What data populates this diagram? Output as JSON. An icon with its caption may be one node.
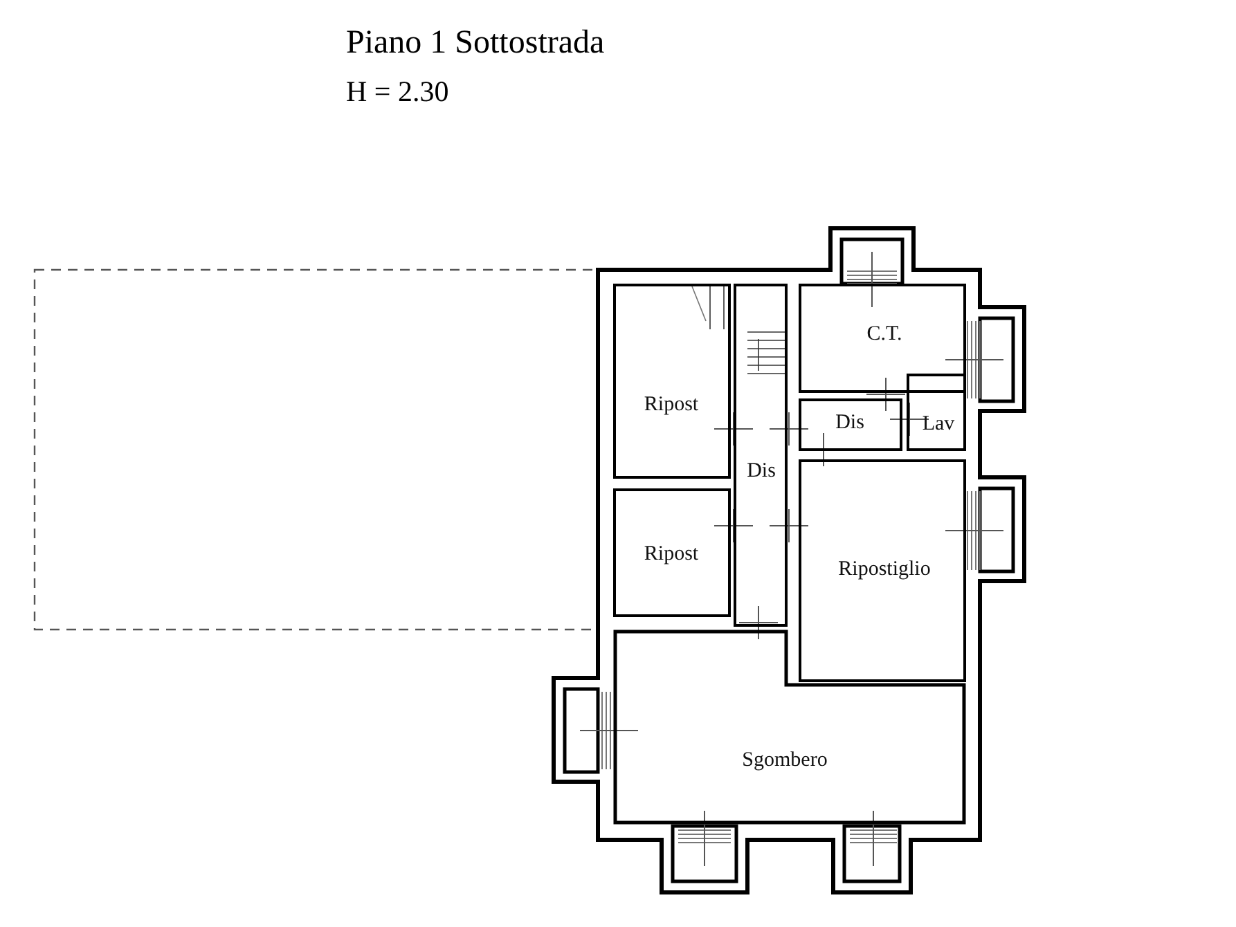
{
  "diagram": {
    "title": "Piano 1 Sottostrada",
    "nodes": [
      {
        "text": [
          "C.T."
        ]
      },
      {
        "text": [
          "Ripost"
        ]
      },
      {
        "text": [
          "Dis"
        ]
      },
      {
        "text": [
          "Lav"
        ]
      },
      {
        "text": [
          "Dis"
        ]
      },
      {
        "text": [
          "Ripost"
        ]
      },
      {
        "text": [
          "Ripostiglio"
        ]
      },
      {
        "text": [
          "Sgombero"
        ]
      }
    ],
    "labels": [
      "H = 2.30"
    ]
  }
}
